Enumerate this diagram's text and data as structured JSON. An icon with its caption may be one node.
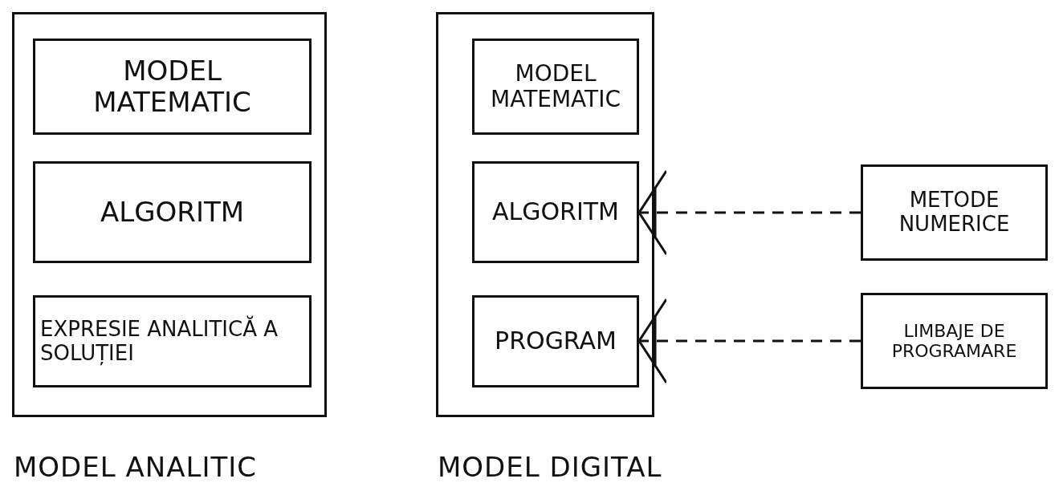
{
  "diagram": {
    "nodes": [
      {
        "text": [],
        "shape": "box",
        "beside": [
          "MODEL ANALITIC"
        ]
      },
      {
        "text": [
          "MODEL MATEMATIC"
        ],
        "in": 0
      },
      {
        "text": [
          "ALGORITM"
        ],
        "in": 0
      },
      {
        "text": [
          "EXPRESIE ANALITICĂ A SOLUȚIEI"
        ],
        "in": 0
      },
      {
        "text": [],
        "shape": "box",
        "beside": [
          "MODEL DIGITAL"
        ]
      },
      {
        "text": [
          "MODEL MATEMATIC"
        ],
        "in": 4
      },
      {
        "text": [
          "ALGORITM"
        ],
        "in": 4
      },
      {
        "text": [
          "PROGRAM"
        ],
        "in": 4
      },
      {
        "text": [
          "METODE NUMERICE"
        ]
      },
      {
        "text": [
          "LIMBAJE DE PROGRAMARE"
        ]
      }
    ],
    "edges": [
      {
        "from": 8,
        "to": 6,
        "arrow": "to",
        "style": "dashed"
      },
      {
        "from": 9,
        "to": 7,
        "arrow": "to",
        "style": "dashed"
      }
    ]
  }
}
